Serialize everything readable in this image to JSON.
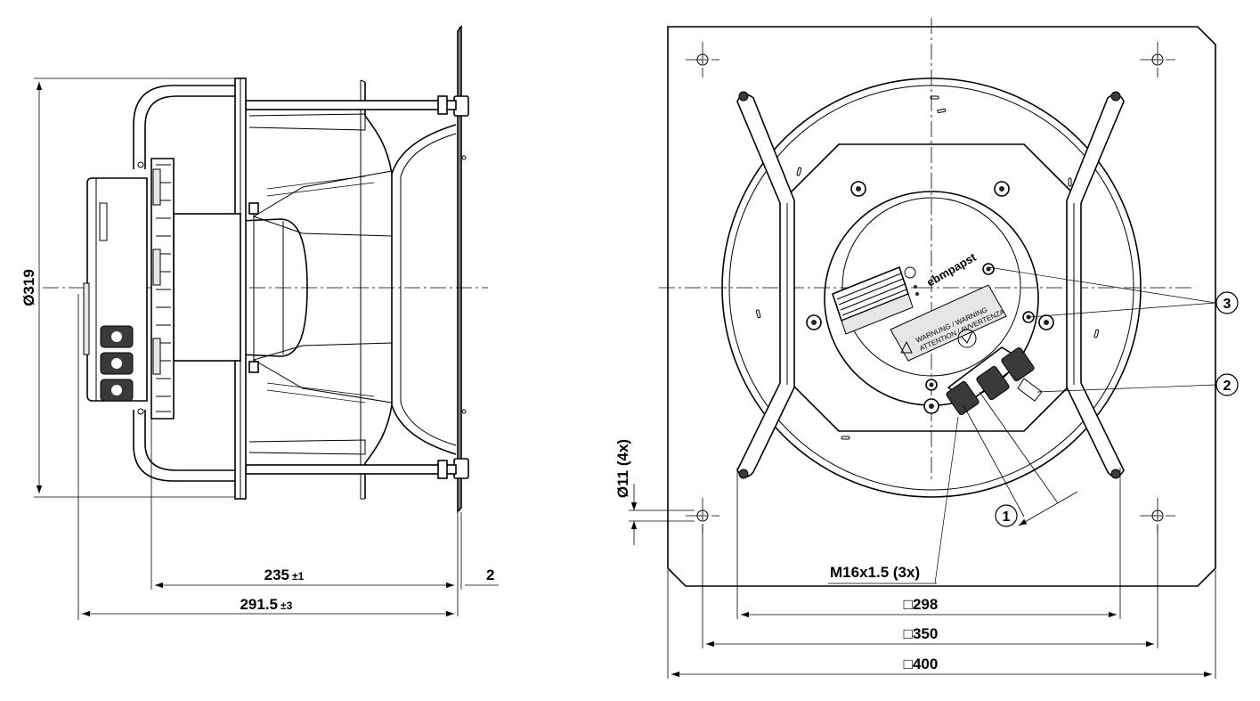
{
  "dimensions": {
    "dia_fan": "Ø319",
    "len_235": "235",
    "tol_235": "±1",
    "len_2": "2",
    "len_2915": "291.5",
    "tol_2915": "±3",
    "hole": "Ø11 (4x)",
    "thread": "M16x1.5 (3x)",
    "sq_298": "□298",
    "sq_350": "□350",
    "sq_400": "□400"
  },
  "callouts": {
    "c1": "1",
    "c2": "2",
    "c3": "3"
  },
  "labels": {
    "brand": "ebmpapst",
    "warning": "WARNUNG / WARNING",
    "attention": "ATTENTION / AVVERTENZA"
  }
}
